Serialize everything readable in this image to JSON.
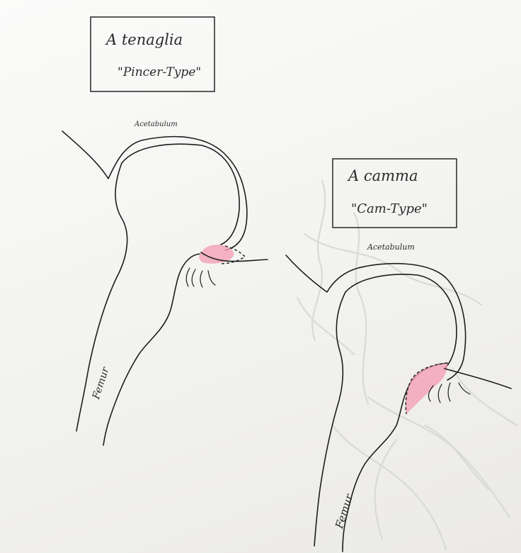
{
  "pincer": {
    "box_title": "A tenaglia",
    "box_subtitle": "\"Pincer-Type\"",
    "acetabulum_label": "Acetabulum",
    "femur_label": "Femur"
  },
  "cam": {
    "box_title": "A camma",
    "box_subtitle": "\"Cam-Type\"",
    "acetabulum_label": "Acetabulum",
    "femur_label": "Femur"
  },
  "colors": {
    "ink": "#1d1d1d",
    "lesion_fill": "#f2a0b6",
    "paper": "#f4f3f0",
    "bleed_through": "#d9d9d6"
  }
}
